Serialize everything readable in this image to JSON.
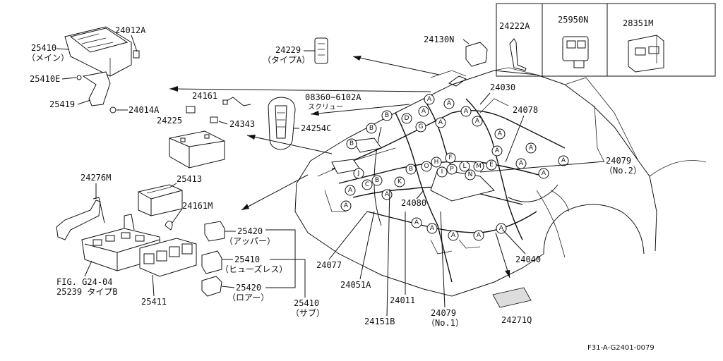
{
  "inset": {
    "items": [
      {
        "code": "24222A"
      },
      {
        "code": "25950N"
      },
      {
        "code": "28351M"
      }
    ]
  },
  "labels": {
    "l25410_main": "25410",
    "l25410_main_sub": "（メイン）",
    "l24012A": "24012A",
    "l25410E": "25410E",
    "l25419": "25419",
    "l24014A": "24014A",
    "l24161": "24161",
    "l24225": "24225",
    "l24343": "24343",
    "l24229": "24229",
    "l24229_sub": "（タイプA）",
    "l24130N": "24130N",
    "l08360": "08360−6102A",
    "l08360_sub": "スクリュー",
    "l24254C": "24254C",
    "l24030": "24030",
    "l24078": "24078",
    "l24079_2": "24079",
    "l24079_2_sub": "（No.2）",
    "l24276M": "24276M",
    "l25413": "25413",
    "l24161M": "24161M",
    "l25420_up": "25420",
    "l25420_up_sub": "（アッパー）",
    "l25410_fuse": "25410",
    "l25410_fuse_sub": "（ヒューズレス）",
    "l25420_low": "25420",
    "l25420_low_sub": "（ロアー）",
    "l25410_sub": "25410",
    "l25410_sub_sub": "（サブ）",
    "l_fig": "FIG. G24-04",
    "l25239": "25239  タイプB",
    "l25411": "25411",
    "l24077": "24077",
    "l24051A": "24051A",
    "l24080": "24080",
    "l24011": "24011",
    "l24151B": "24151B",
    "l24079_1": "24079",
    "l24079_1_sub": "（No.1）",
    "l24040": "24040",
    "l24271Q": "24271Q",
    "footer": "F31-A-G2401-0079"
  },
  "markers": {
    "A": "A",
    "B": "B",
    "C": "C",
    "D": "D",
    "E": "E",
    "F": "F",
    "G": "G",
    "H": "H",
    "I": "I",
    "J": "J",
    "K": "K",
    "L": "L",
    "M": "M",
    "N": "N",
    "O": "O",
    "P": "P"
  }
}
